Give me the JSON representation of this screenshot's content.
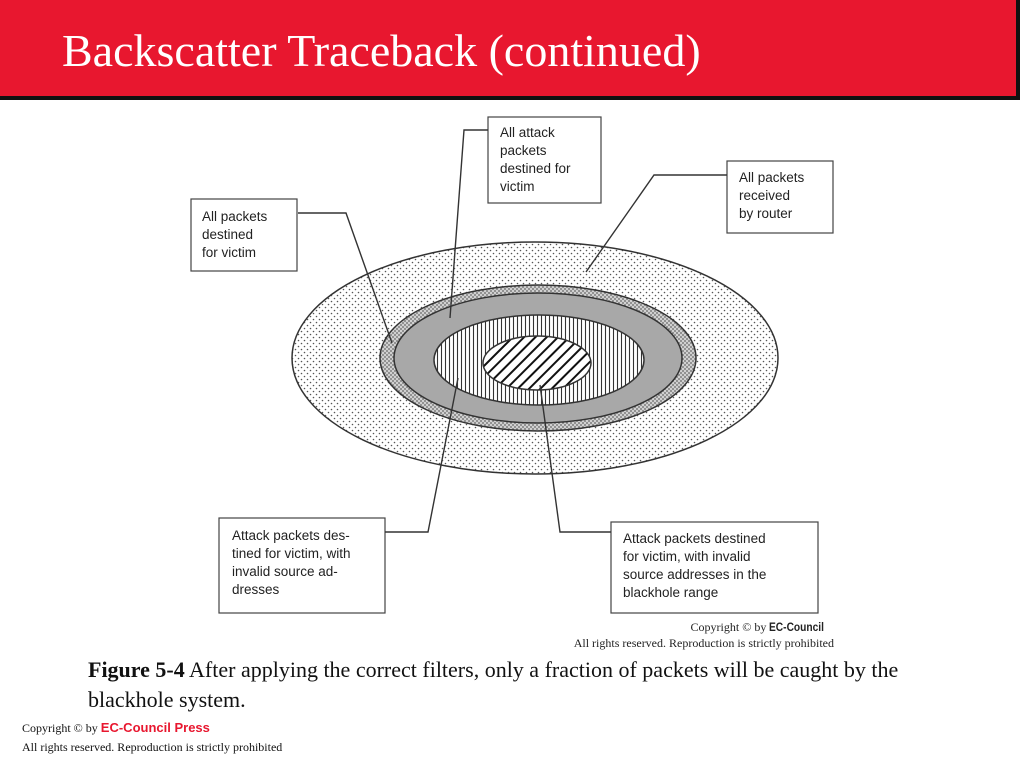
{
  "slide": {
    "title": "Backscatter Traceback (continued)",
    "accent_color": "#e8172f"
  },
  "diagram": {
    "labels": {
      "all_attack_packets": [
        "All attack",
        "packets",
        "destined for",
        "victim"
      ],
      "all_packets_victim": [
        "All packets",
        "destined",
        "for victim"
      ],
      "all_packets_router": [
        "All packets",
        "received",
        "by router"
      ],
      "attack_invalid": [
        "Attack packets des-",
        "tined for victim, with",
        "invalid source ad-",
        "dresses"
      ],
      "attack_blackhole": [
        "Attack packets destined",
        "for victim, with invalid",
        "source addresses in the",
        "blackhole range"
      ]
    },
    "copyright": {
      "prefix": "Copyright © by ",
      "brand": "EC-Council",
      "rights": "All rights reserved. Reproduction is strictly prohibited"
    }
  },
  "caption": {
    "label": "Figure 5-4",
    "text": " After applying the correct filters, only a fraction of packets will be caught by the blackhole system."
  },
  "footer": {
    "prefix": "Copyright © by ",
    "brand": "EC-Council Press",
    "rights": "All rights reserved. Reproduction is strictly prohibited"
  }
}
